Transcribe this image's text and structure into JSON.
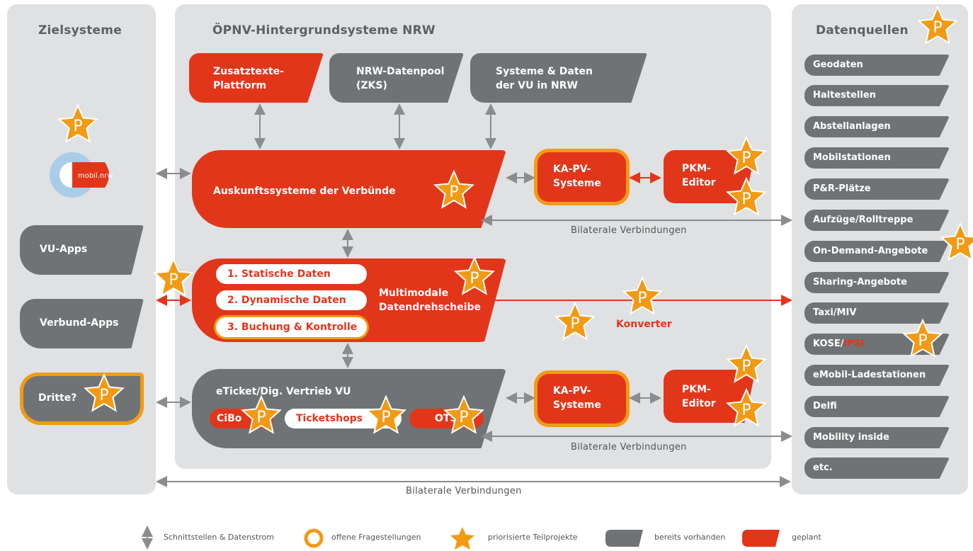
{
  "panels": {
    "zielsysteme": "Zielsysteme",
    "hintergrund": "ÖPNV-Hintergrundsysteme NRW",
    "datenquellen": "Datenquellen"
  },
  "top_boxes": {
    "zusatztexte": "Zusatztexte-\nPlattform",
    "datenpool": "NRW-Datenpool\n(ZKS)",
    "systeme_vu": "Systeme & Daten\nder VU in NRW"
  },
  "middle": {
    "auskunft": "Auskunftssysteme der Verbünde",
    "kapv1": "KA-PV-\nSysteme",
    "pkm1": "PKM-\nEditor",
    "bilateral1": "Bilaterale Verbindungen",
    "statische": "1. Statische Daten",
    "dynamische": "2. Dynamische Daten",
    "buchung": "3. Buchung & Kontrolle",
    "multimodal": "Multimodale\nDatendrehscheibe",
    "konverter": "Konverter",
    "eticket": "eTicket/Dig. Vertrieb VU",
    "cibo": "CiBo",
    "ticketshops": "Ticketshops",
    "ots": "OTS",
    "kapv2": "KA-PV-\nSysteme",
    "pkm2": "PKM-\nEditor",
    "bilateral2": "Bilaterale Verbindungen",
    "bilateral3": "Bilaterale Verbindungen"
  },
  "ziel": {
    "logo": "mobil.nrw",
    "vu_apps": "VU-Apps",
    "verbund_apps": "Verbund-Apps",
    "dritte": "Dritte?"
  },
  "datenquellen_items": [
    "Geodaten",
    "Haltestellen",
    "Abstellanlagen",
    "Mobilstationen",
    "P&R-Plätze",
    "Aufzüge/Rolltreppe",
    "On-Demand-Angebote",
    "Sharing-Angebote",
    "Taxi/MIV",
    "KOSE/",
    "eMobil-Ladestationen",
    "Delfi",
    "Mobility inside",
    "etc."
  ],
  "kose_suffix": "IPSI",
  "star_label": "P",
  "legend": {
    "schnittstellen": "Schnittstellen & Datenstrom",
    "offene": "offene Fragestellungen",
    "priorisiert": "priorisierte Teilprojekte",
    "vorhanden": "bereits vorhanden",
    "geplant": "geplant"
  },
  "colors": {
    "red": "#e2361b",
    "gray": "#707375",
    "orange": "#f29a14",
    "panel": "#dfe1e3"
  }
}
